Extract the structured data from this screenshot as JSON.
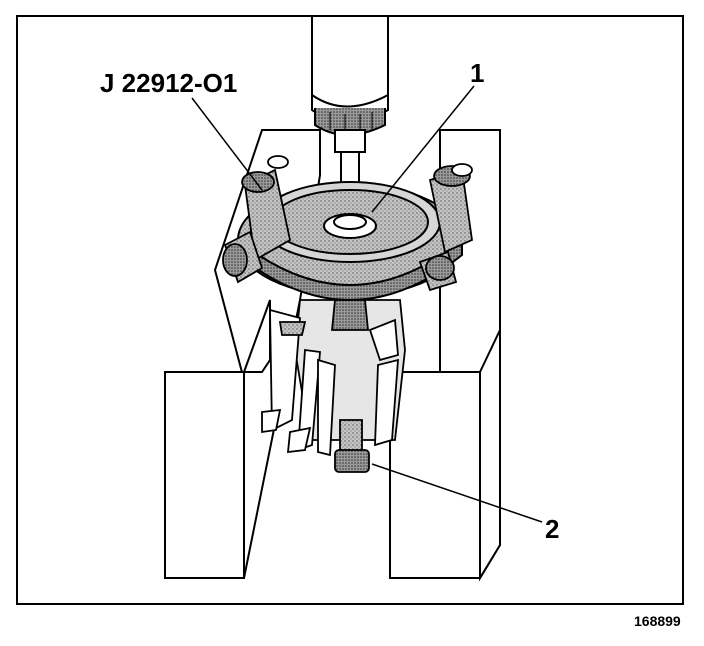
{
  "labels": {
    "tool": "J 22912-O1",
    "callout_1": "1",
    "callout_2": "2",
    "figure_number": "168899"
  },
  "colors": {
    "ink": "#000000",
    "paper": "#ffffff",
    "shade": "#b5b5b5",
    "shade_dark": "#7a7a7a"
  }
}
